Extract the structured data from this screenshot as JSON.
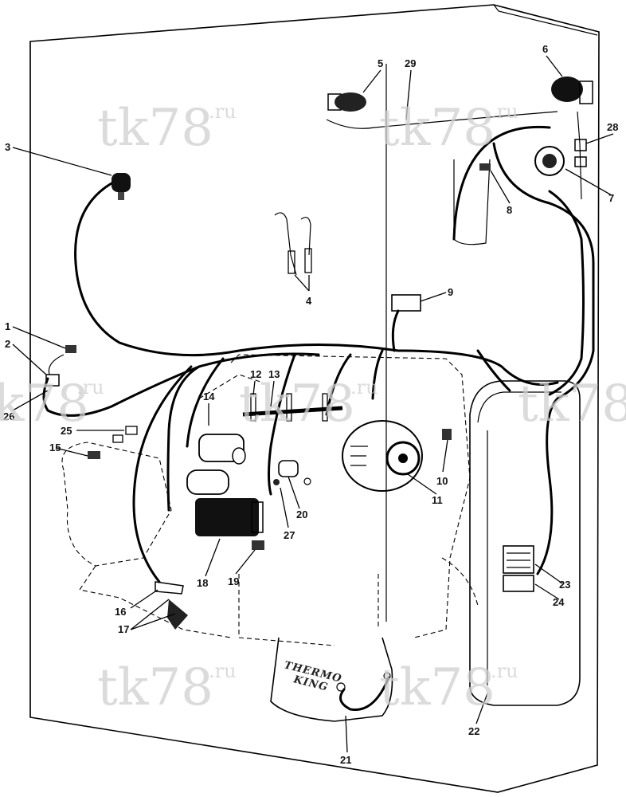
{
  "watermark": {
    "text": "tk78",
    "suffix": ".ru"
  },
  "brand": {
    "line1": "THERMO",
    "line2": "KING"
  },
  "callouts": [
    {
      "id": "1",
      "label": "1"
    },
    {
      "id": "2",
      "label": "2"
    },
    {
      "id": "3",
      "label": "3"
    },
    {
      "id": "4",
      "label": "4"
    },
    {
      "id": "5",
      "label": "5"
    },
    {
      "id": "6",
      "label": "6"
    },
    {
      "id": "7",
      "label": "7"
    },
    {
      "id": "8",
      "label": "8"
    },
    {
      "id": "9",
      "label": "9"
    },
    {
      "id": "10",
      "label": "10"
    },
    {
      "id": "11",
      "label": "11"
    },
    {
      "id": "12",
      "label": "12"
    },
    {
      "id": "13",
      "label": "13"
    },
    {
      "id": "14",
      "label": "14"
    },
    {
      "id": "15",
      "label": "15"
    },
    {
      "id": "16",
      "label": "16"
    },
    {
      "id": "17",
      "label": "17"
    },
    {
      "id": "18",
      "label": "18"
    },
    {
      "id": "19",
      "label": "19"
    },
    {
      "id": "20",
      "label": "20"
    },
    {
      "id": "21",
      "label": "21"
    },
    {
      "id": "22",
      "label": "22"
    },
    {
      "id": "23",
      "label": "23"
    },
    {
      "id": "24",
      "label": "24"
    },
    {
      "id": "25",
      "label": "25"
    },
    {
      "id": "26",
      "label": "26"
    },
    {
      "id": "27",
      "label": "27"
    },
    {
      "id": "28",
      "label": "28"
    },
    {
      "id": "29",
      "label": "29"
    }
  ]
}
